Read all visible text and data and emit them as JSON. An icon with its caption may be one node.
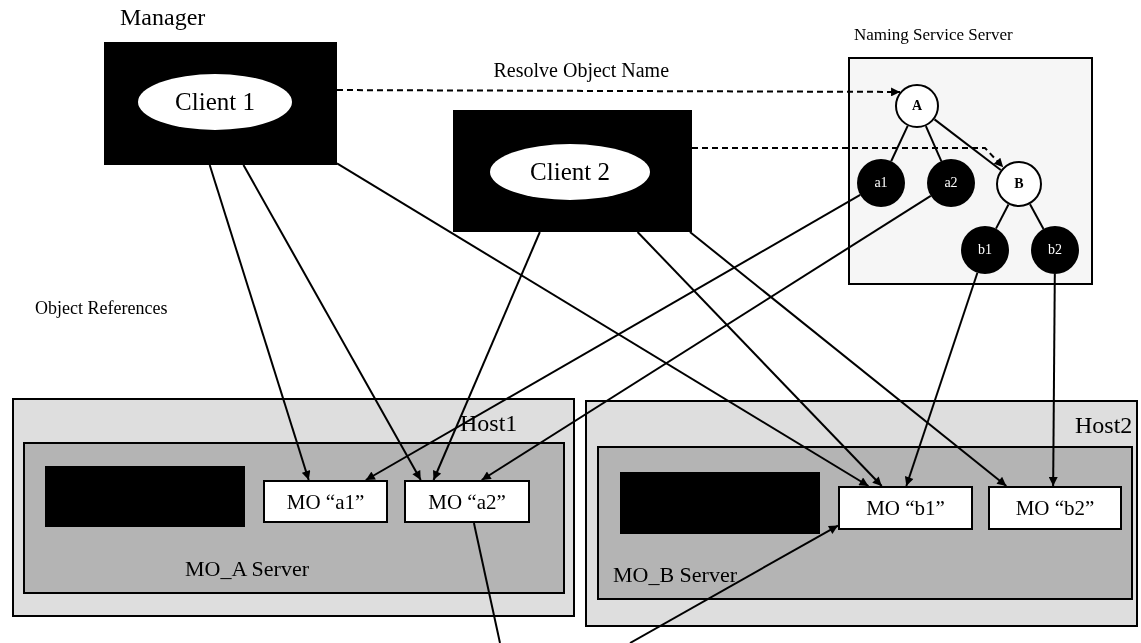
{
  "diagram": {
    "nodes": [
      {
        "text": [
          "Manager"
        ]
      },
      {
        "text": [
          "Client 1"
        ],
        "in": 0
      },
      {
        "text": [],
        "shape": "box"
      },
      {
        "text": [
          "Client 2"
        ],
        "in": 2
      },
      {
        "text": [
          "Naming Service Server"
        ]
      },
      {
        "text": [
          "A"
        ],
        "in": 4
      },
      {
        "text": [
          "a1"
        ],
        "in": 4
      },
      {
        "text": [
          "a2"
        ],
        "in": 4
      },
      {
        "text": [
          "B"
        ],
        "in": 4
      },
      {
        "text": [
          "b1"
        ],
        "in": 4
      },
      {
        "text": [
          "b2"
        ],
        "in": 4
      },
      {
        "text": [
          "Host1"
        ]
      },
      {
        "text": [
          "MO_A Server"
        ],
        "in": 11
      },
      {
        "text": [],
        "shape": "box",
        "in": 12
      },
      {
        "text": [
          "MO “a1”"
        ],
        "in": 12
      },
      {
        "text": [
          "MO “a2”"
        ],
        "in": 12
      },
      {
        "text": [
          "Host2"
        ]
      },
      {
        "text": [
          "MO_B Server"
        ],
        "in": 16
      },
      {
        "text": [],
        "shape": "box",
        "in": 17
      },
      {
        "text": [
          "MO “b1”"
        ],
        "in": 17
      },
      {
        "text": [
          "MO “b2”"
        ],
        "in": 17
      }
    ],
    "edges": [
      {
        "from": 0,
        "to": 5,
        "arrow": "to",
        "style": "dashed",
        "label": "Resolve Object Name"
      },
      {
        "from": 2,
        "to": 8,
        "arrow": "to",
        "style": "dashed"
      },
      {
        "from": 5,
        "to": 6,
        "arrow": "none"
      },
      {
        "from": 5,
        "to": 7,
        "arrow": "none"
      },
      {
        "from": 5,
        "to": 8,
        "arrow": "none"
      },
      {
        "from": 8,
        "to": 9,
        "arrow": "none"
      },
      {
        "from": 8,
        "to": 10,
        "arrow": "none"
      },
      {
        "from": 0,
        "to": 14,
        "arrow": "to"
      },
      {
        "from": 0,
        "to": 15,
        "arrow": "to"
      },
      {
        "from": 0,
        "to": 19,
        "arrow": "to"
      },
      {
        "from": 2,
        "to": 15,
        "arrow": "to"
      },
      {
        "from": 2,
        "to": 19,
        "arrow": "to"
      },
      {
        "from": 2,
        "to": 20,
        "arrow": "to"
      },
      {
        "from": 6,
        "to": 14,
        "arrow": "to"
      },
      {
        "from": 7,
        "to": 15,
        "arrow": "to"
      },
      {
        "from": 9,
        "to": 19,
        "arrow": "to"
      },
      {
        "from": 10,
        "to": 20,
        "arrow": "to"
      },
      {
        "from": 15,
        "to": null,
        "arrow": "none"
      },
      {
        "from": null,
        "to": 19,
        "arrow": "to"
      }
    ],
    "labels": [
      "Object References"
    ]
  }
}
